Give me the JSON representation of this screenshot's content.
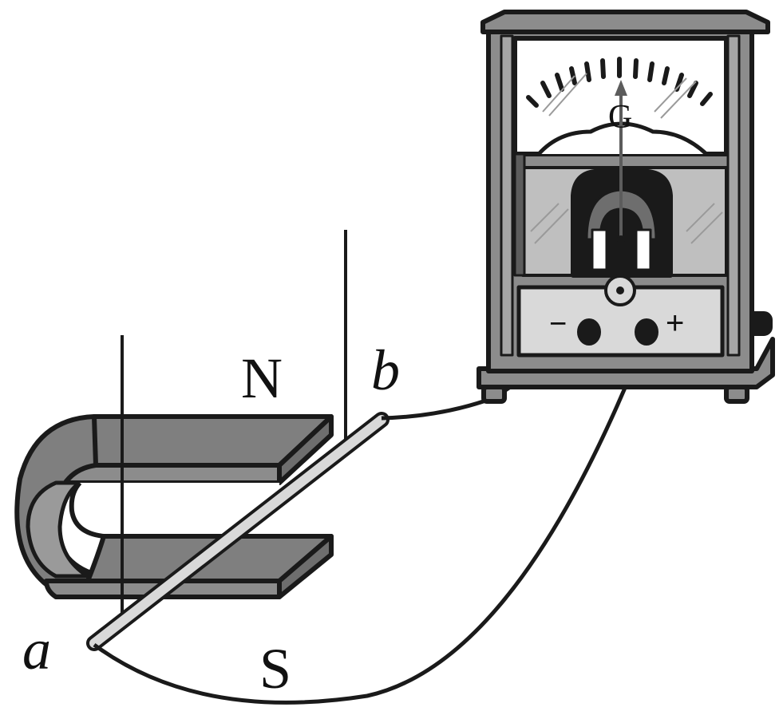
{
  "labels": {
    "north_pole": "N",
    "south_pole": "S",
    "rod_end_a": "a",
    "rod_end_b": "b",
    "galvanometer_symbol": "G",
    "terminal_negative": "−",
    "terminal_positive": "+"
  },
  "colors": {
    "outline": "#1a1a1a",
    "magnet_body": "#7f7f7f",
    "magnet_light": "#a6a6a6",
    "meter_frame": "#8c8c8c",
    "meter_inner": "#bfbfbf",
    "rod": "#d9d9d9",
    "background": "#ffffff"
  }
}
